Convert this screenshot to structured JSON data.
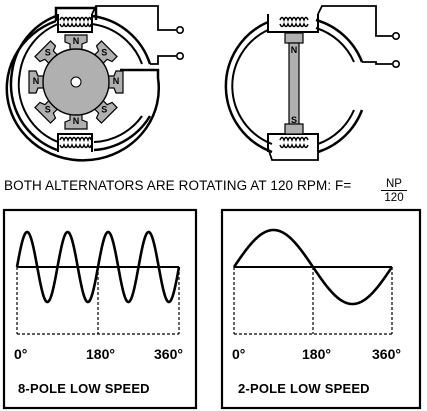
{
  "caption": {
    "text": "BOTH ALTERNATORS ARE ROTATING AT 120 RPM:",
    "formula_prefix": "F=",
    "formula_numerator": "NP",
    "formula_denominator": "120"
  },
  "left_machine": {
    "rotor_poles": [
      "N",
      "S",
      "N",
      "S",
      "N",
      "S",
      "N",
      "S"
    ]
  },
  "right_machine": {
    "rotor_poles": [
      "N",
      "S"
    ]
  },
  "panels": [
    {
      "title": "8-POLE LOW SPEED",
      "ticks": [
        "0°",
        "180°",
        "360°"
      ]
    },
    {
      "title": "2-POLE LOW SPEED",
      "ticks": [
        "0°",
        "180°",
        "360°"
      ]
    }
  ],
  "colors": {
    "ink": "#000000",
    "rotor_fill": "#b0b0b0",
    "background": "#ffffff"
  }
}
